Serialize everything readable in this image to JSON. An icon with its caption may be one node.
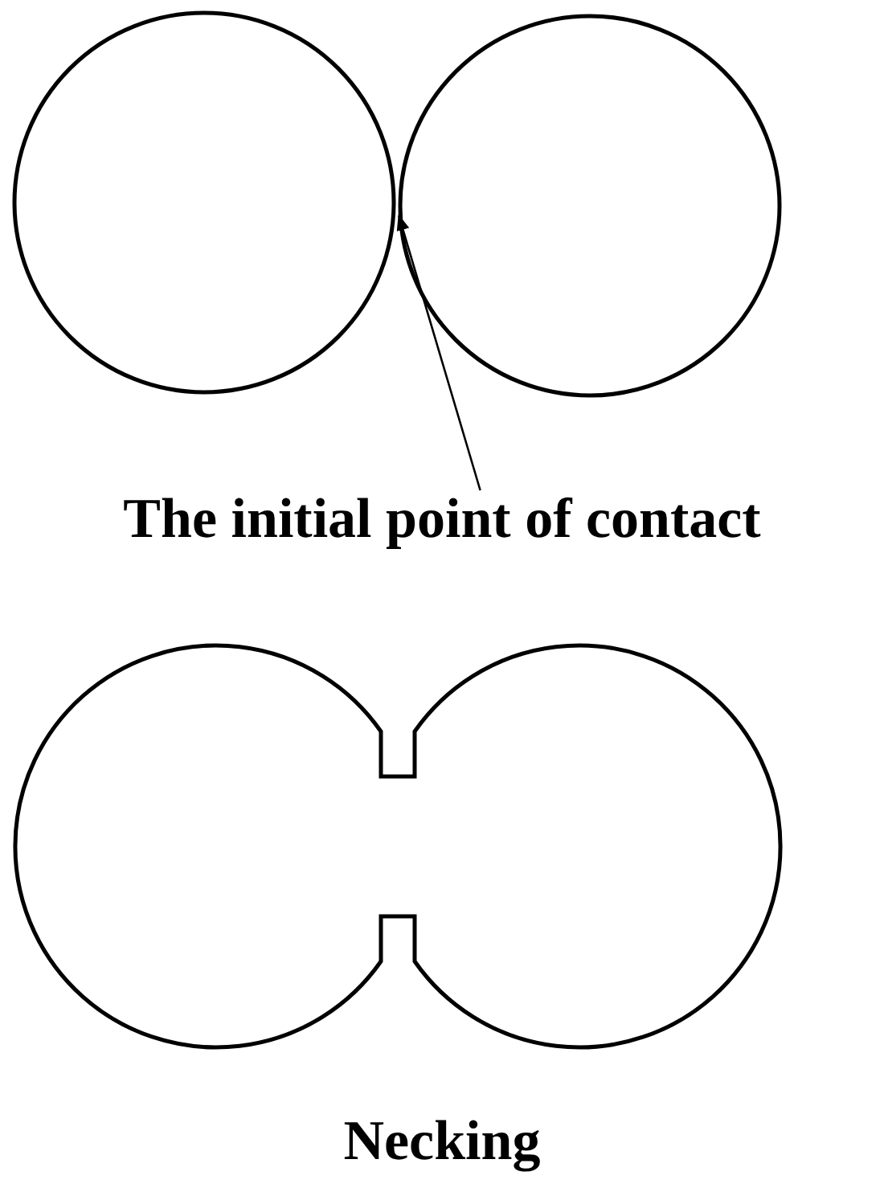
{
  "diagram": {
    "nodes": [
      {
        "text": [],
        "shape": "circle"
      },
      {
        "text": [],
        "shape": "circle"
      },
      {
        "text": [
          "The initial point of contact"
        ]
      }
    ],
    "edges": [
      {
        "from": 2,
        "to": 1,
        "arrow": "to"
      }
    ],
    "labels": [
      "Necking"
    ]
  }
}
